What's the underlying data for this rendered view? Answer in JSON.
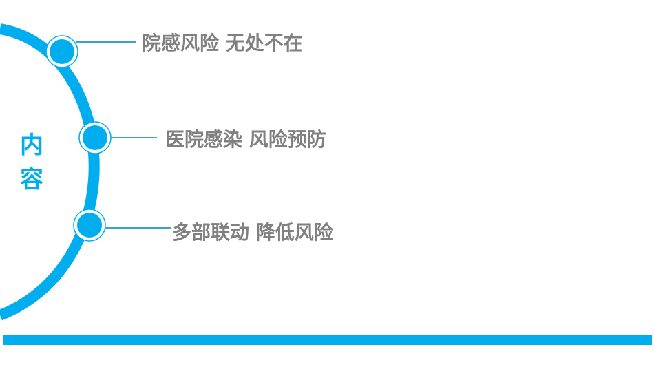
{
  "heading": {
    "label": "内容"
  },
  "items": [
    {
      "label": "院感风险 无处不在"
    },
    {
      "label": "医院感染 风险预防"
    },
    {
      "label": "多部联动 降低风险"
    }
  ],
  "colors": {
    "accent": "#00aeef",
    "text": "#808080",
    "connector": "#3aa3cc",
    "background": "#ffffff"
  }
}
